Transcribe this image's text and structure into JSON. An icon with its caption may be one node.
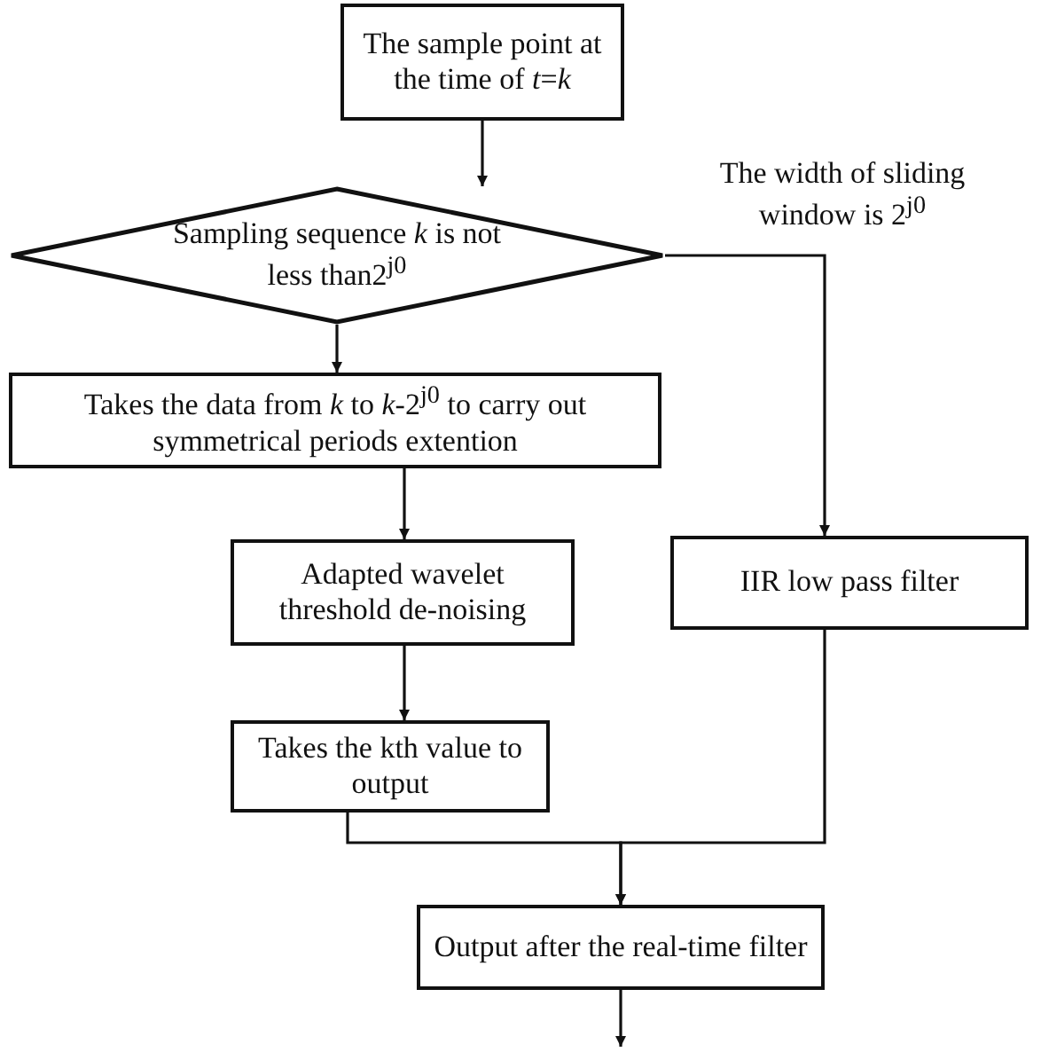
{
  "diagram": {
    "nodes": [
      {
        "text": [
          "The sample point at the time of *t*=*k*"
        ]
      },
      {
        "text": [
          "Sampling sequence *k* is not less than2$^{j0}$"
        ]
      },
      {
        "text": [
          "Takes the data from *k* to *k*-2$^{j0}$ to carry out symmetrical periods extention"
        ]
      },
      {
        "text": [
          "Adapted wavelet threshold de-noising"
        ]
      },
      {
        "text": [
          "Takes the kth value to output"
        ]
      },
      {
        "text": [
          "IIR low pass filter"
        ]
      },
      {
        "text": [
          "Output after the real-time filter"
        ]
      }
    ],
    "edges": [
      {
        "from": 0,
        "to": 1,
        "arrow": "to"
      },
      {
        "from": 1,
        "to": 2,
        "arrow": "to"
      },
      {
        "from": 1,
        "to": 5,
        "arrow": "to",
        "label": "The width of sliding window is 2$^{j0}$"
      },
      {
        "from": 2,
        "to": 3,
        "arrow": "to"
      },
      {
        "from": 3,
        "to": 4,
        "arrow": "to"
      },
      {
        "from": 4,
        "to": 6,
        "arrow": "to"
      },
      {
        "from": 5,
        "to": 6,
        "arrow": "to"
      },
      {
        "from": 6,
        "to": null,
        "arrow": "to"
      }
    ]
  }
}
